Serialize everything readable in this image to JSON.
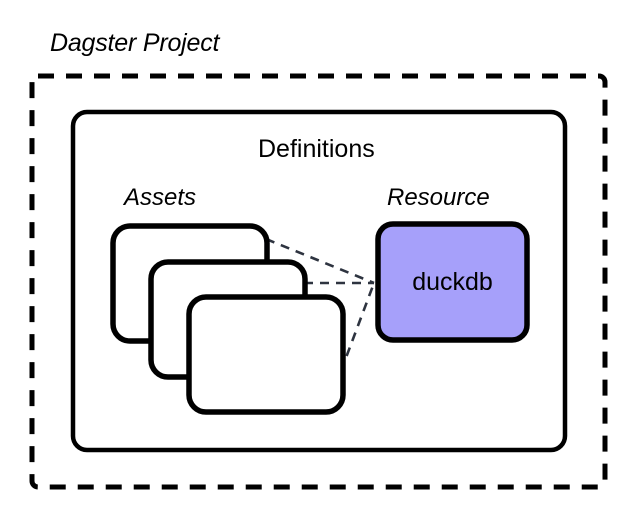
{
  "diagram": {
    "type": "nested-boxes-architecture",
    "project_title": "Dagster Project",
    "outer_container": {
      "name": "Dagster Project",
      "border_style": "dashed",
      "border_color": "#000000",
      "fill": "#FFFFFF"
    },
    "inner_container": {
      "label": "Definitions",
      "border_style": "solid",
      "border_color": "#000000",
      "fill": "#FFFFFF"
    },
    "groups": [
      {
        "label": "Assets",
        "kind": "stacked-cards",
        "card_count": 3,
        "card_fill": "#FFFFFF",
        "card_border": "#000000"
      },
      {
        "label": "Resource",
        "kind": "single-box",
        "items": [
          {
            "label": "duckdb",
            "fill": "#A6A0FA",
            "border": "#000000"
          }
        ]
      }
    ],
    "connections": [
      {
        "from": "asset-card-back",
        "to": "duckdb",
        "style": "dashed",
        "color": "#2E3440"
      },
      {
        "from": "asset-card-middle",
        "to": "duckdb",
        "style": "dashed",
        "color": "#2E3440"
      },
      {
        "from": "asset-card-front",
        "to": "duckdb",
        "style": "dashed",
        "color": "#2E3440"
      }
    ],
    "colors": {
      "stroke": "#000000",
      "duckdb_fill": "#A6A0FA",
      "connector": "#2E3440",
      "background": "#FFFFFF"
    }
  }
}
